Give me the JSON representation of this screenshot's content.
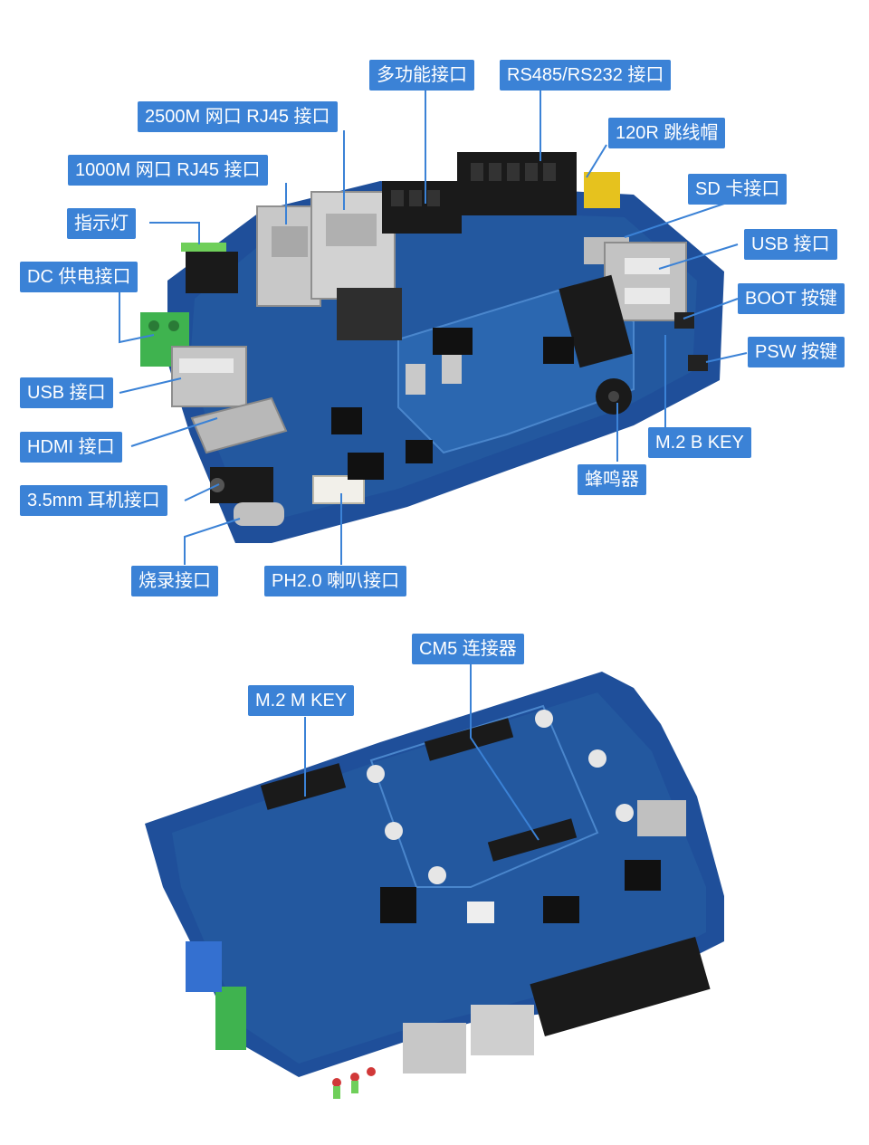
{
  "colors": {
    "label_bg": "#3b82d6",
    "label_text": "#ffffff",
    "leader_line": "#3b82d6",
    "pcb": "#1f4f9a",
    "pcb_dark": "#173b78",
    "terminal_green": "#3fb34f",
    "connector_black": "#1a1a1a",
    "metal": "#b9b9b9"
  },
  "top_view": {
    "labels": {
      "multifunction": "多功能接口",
      "rs485_rs232": "RS485/RS232 接口",
      "rj45_2500m": "2500M 网口 RJ45 接口",
      "jumper_120r": "120R 跳线帽",
      "rj45_1000m": "1000M 网口 RJ45 接口",
      "sd": "SD 卡接口",
      "indicator": "指示灯",
      "usb_right": "USB 接口",
      "dc_power": "DC 供电接口",
      "boot": "BOOT 按键",
      "psw": "PSW 按键",
      "usb_left": "USB 接口",
      "hdmi": "HDMI 接口",
      "m2_bkey": "M.2 B KEY",
      "buzzer": "蜂鸣器",
      "audio_35": "3.5mm 耳机接口",
      "flash": "烧录接口",
      "speaker": "PH2.0 喇叭接口"
    }
  },
  "bottom_view": {
    "labels": {
      "cm5": "CM5 连接器",
      "m2_mkey": "M.2 M KEY"
    }
  }
}
